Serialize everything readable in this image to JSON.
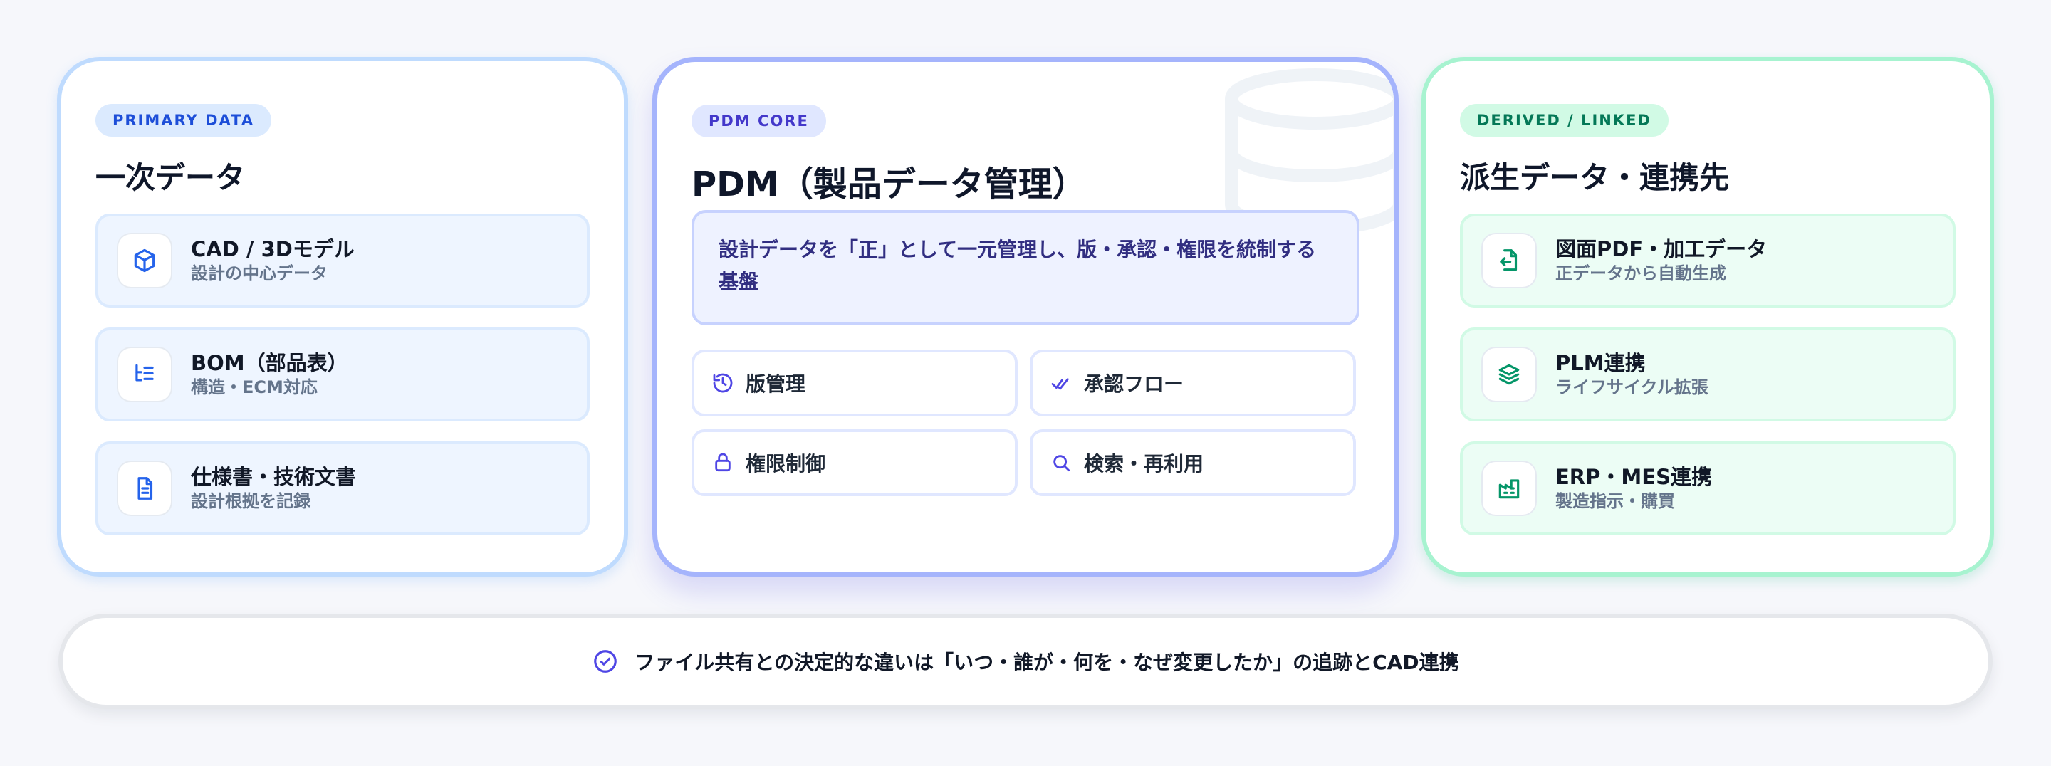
{
  "panels": {
    "primary": {
      "badge": "PRIMARY DATA",
      "title": "一次データ",
      "items": [
        {
          "title": "CAD / 3Dモデル",
          "subtitle": "設計の中心データ",
          "icon": "cube-icon"
        },
        {
          "title": "BOM（部品表）",
          "subtitle": "構造・ECM対応",
          "icon": "list-tree-icon"
        },
        {
          "title": "仕様書・技術文書",
          "subtitle": "設計根拠を記録",
          "icon": "document-icon"
        }
      ]
    },
    "core": {
      "badge": "PDM CORE",
      "title": "PDM（製品データ管理）",
      "description": "設計データを「正」として一元管理し、版・承認・権限を統制する基盤",
      "features": [
        {
          "label": "版管理",
          "icon": "history-icon"
        },
        {
          "label": "承認フロー",
          "icon": "double-check-icon"
        },
        {
          "label": "権限制御",
          "icon": "lock-icon"
        },
        {
          "label": "検索・再利用",
          "icon": "search-icon"
        }
      ],
      "watermark_icon": "database-icon"
    },
    "derived": {
      "badge": "DERIVED / LINKED",
      "title": "派生データ・連携先",
      "items": [
        {
          "title": "図面PDF・加工データ",
          "subtitle": "正データから自動生成",
          "icon": "file-export-icon"
        },
        {
          "title": "PLM連携",
          "subtitle": "ライフサイクル拡張",
          "icon": "layers-icon"
        },
        {
          "title": "ERP・MES連携",
          "subtitle": "製造指示・購買",
          "icon": "factory-icon"
        }
      ]
    }
  },
  "summary": {
    "text": "ファイル共有との決定的な違いは「いつ・誰が・何を・なぜ変更したか」の追跡とCAD連携",
    "icon": "check-circle-icon"
  },
  "colors": {
    "background": "#f6f7fb",
    "primary_accent": "#3b82f6",
    "core_accent": "#6366f1",
    "derived_accent": "#10b981"
  }
}
